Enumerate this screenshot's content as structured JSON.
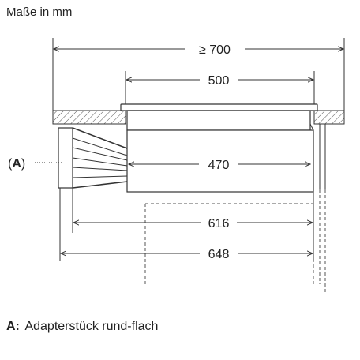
{
  "header": {
    "units_label": "Maße in mm"
  },
  "dimensions": {
    "cutout_min": "≥ 700",
    "hob_width": "500",
    "unit_width": "470",
    "depth_616": "616",
    "depth_648": "648"
  },
  "callout": {
    "open": "(",
    "letter": "A",
    "close": ")"
  },
  "legend": {
    "key": "A:",
    "text": "Adapterstück rund-flach"
  },
  "colors": {
    "line": "#333333",
    "hatch": "#555555"
  }
}
